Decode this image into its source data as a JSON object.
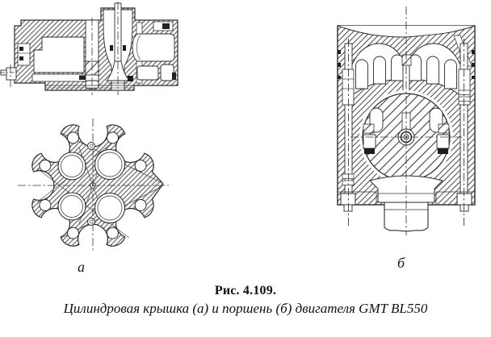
{
  "figure": {
    "panel_labels": {
      "a": "а",
      "b": "б"
    },
    "caption": {
      "title": "Рис. 4.109.",
      "text": "Цилиндровая крышка (а) и поршень (б) двигателя GMT BL550"
    },
    "colors": {
      "ink": "#2b2b2b",
      "paper": "#ffffff"
    }
  }
}
